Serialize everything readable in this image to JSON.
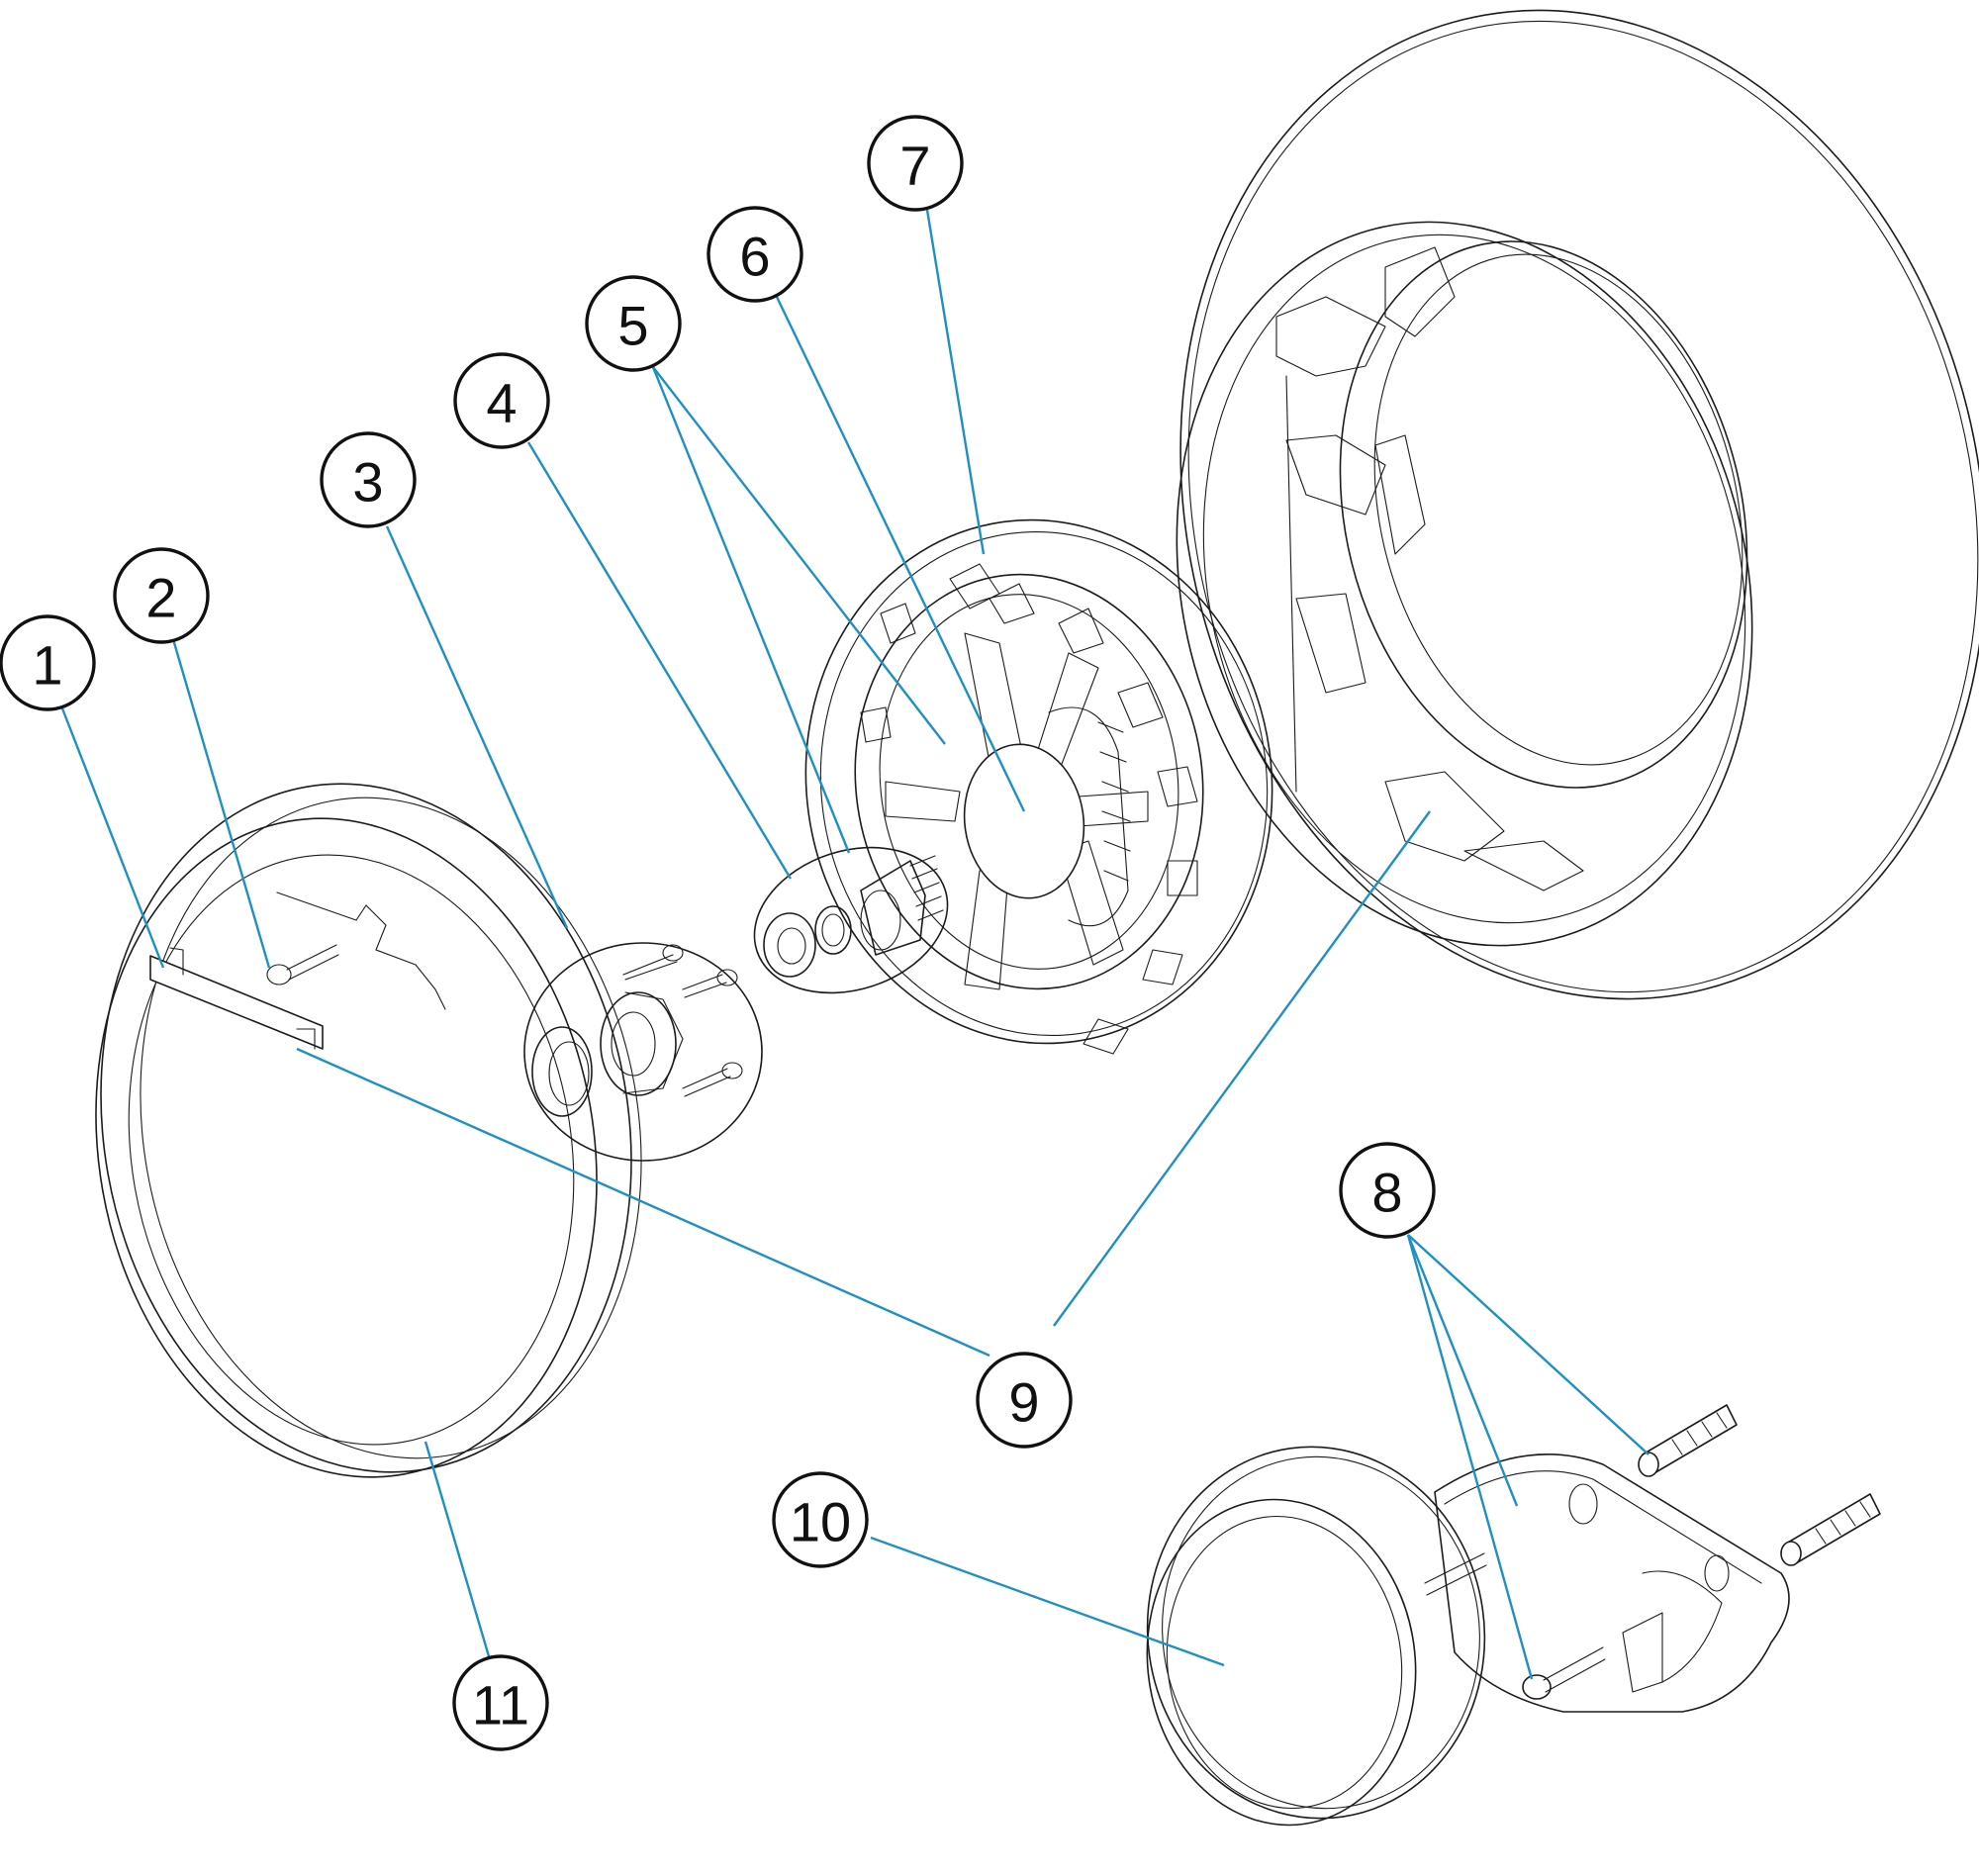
{
  "colors": {
    "leader": "#1f8fc4",
    "outline": "#1c1c1c",
    "callout_border": "#111111",
    "background": "#ffffff"
  },
  "callouts": [
    {
      "id": "1",
      "label": "1"
    },
    {
      "id": "2",
      "label": "2"
    },
    {
      "id": "3",
      "label": "3"
    },
    {
      "id": "4",
      "label": "4"
    },
    {
      "id": "5",
      "label": "5"
    },
    {
      "id": "6",
      "label": "6"
    },
    {
      "id": "7",
      "label": "7"
    },
    {
      "id": "8",
      "label": "8"
    },
    {
      "id": "9",
      "label": "9"
    },
    {
      "id": "10",
      "label": "10"
    },
    {
      "id": "11",
      "label": "11"
    }
  ]
}
